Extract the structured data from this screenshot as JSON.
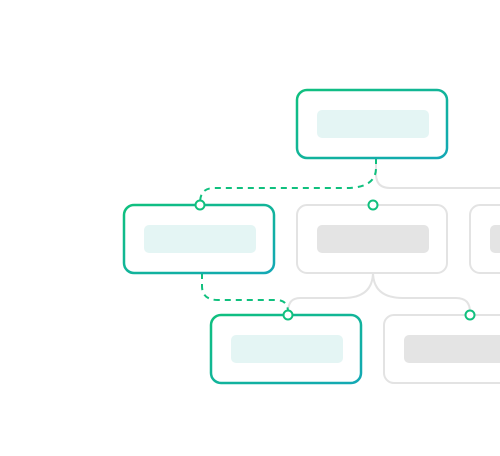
{
  "colors": {
    "accent_green": "#10C07E",
    "accent_teal": "#13A8B5",
    "highlight_fill": "#E4F5F4",
    "muted_stroke": "#E3E3E3",
    "muted_fill": "#E4E4E4",
    "background": "#FFFFFF"
  },
  "tree": {
    "highlighted_path": [
      "root",
      "left-child",
      "left-grandchild"
    ],
    "nodes": [
      {
        "id": "root",
        "parent": null,
        "highlighted": true
      },
      {
        "id": "left-child",
        "parent": "root",
        "highlighted": true
      },
      {
        "id": "middle-child",
        "parent": "root",
        "highlighted": false
      },
      {
        "id": "right-child",
        "parent": "root",
        "highlighted": false
      },
      {
        "id": "left-grandchild",
        "parent": "middle-child",
        "highlighted": true
      },
      {
        "id": "right-grandchild",
        "parent": "middle-child",
        "highlighted": false
      }
    ]
  }
}
